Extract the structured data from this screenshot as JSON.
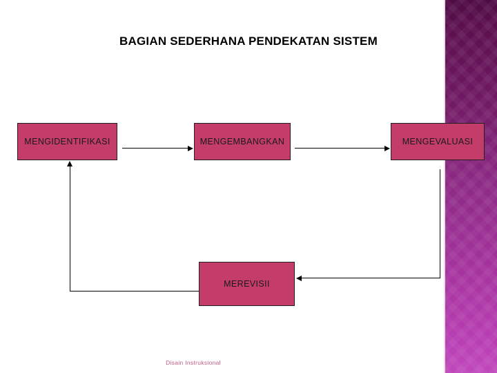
{
  "slide": {
    "title": "BAGIAN SEDERHANA PENDEKATAN SISTEM",
    "footer": "Disain Instruksional",
    "background_color": "#ffffff"
  },
  "theme": {
    "node_fill": "#c33c6a",
    "node_border": "#231f20",
    "connector_color": "#000000",
    "band_top_color": "#5b0f4e",
    "band_mid_color": "#8e2a86",
    "band_bottom_color": "#b93eb4",
    "footer_color": "#c05a86"
  },
  "diagram": {
    "nodes": [
      {
        "id": "identifikasi",
        "label": "MENGIDENTIFIKASI"
      },
      {
        "id": "mengembangkan",
        "label": "MENGEMBANGKAN"
      },
      {
        "id": "mengevaluasi",
        "label": "MENGEVALUASI"
      },
      {
        "id": "merevisi",
        "label": "MEREVISII"
      }
    ],
    "connectors": [
      {
        "from": "identifikasi",
        "to": "mengembangkan",
        "shape": "straight",
        "direction": "right"
      },
      {
        "from": "mengembangkan",
        "to": "mengevaluasi",
        "shape": "straight",
        "direction": "right"
      },
      {
        "from": "mengevaluasi",
        "to": "merevisi",
        "shape": "elbow",
        "direction": "left"
      },
      {
        "from": "merevisi",
        "to": "identifikasi",
        "shape": "elbow",
        "direction": "up"
      }
    ]
  }
}
